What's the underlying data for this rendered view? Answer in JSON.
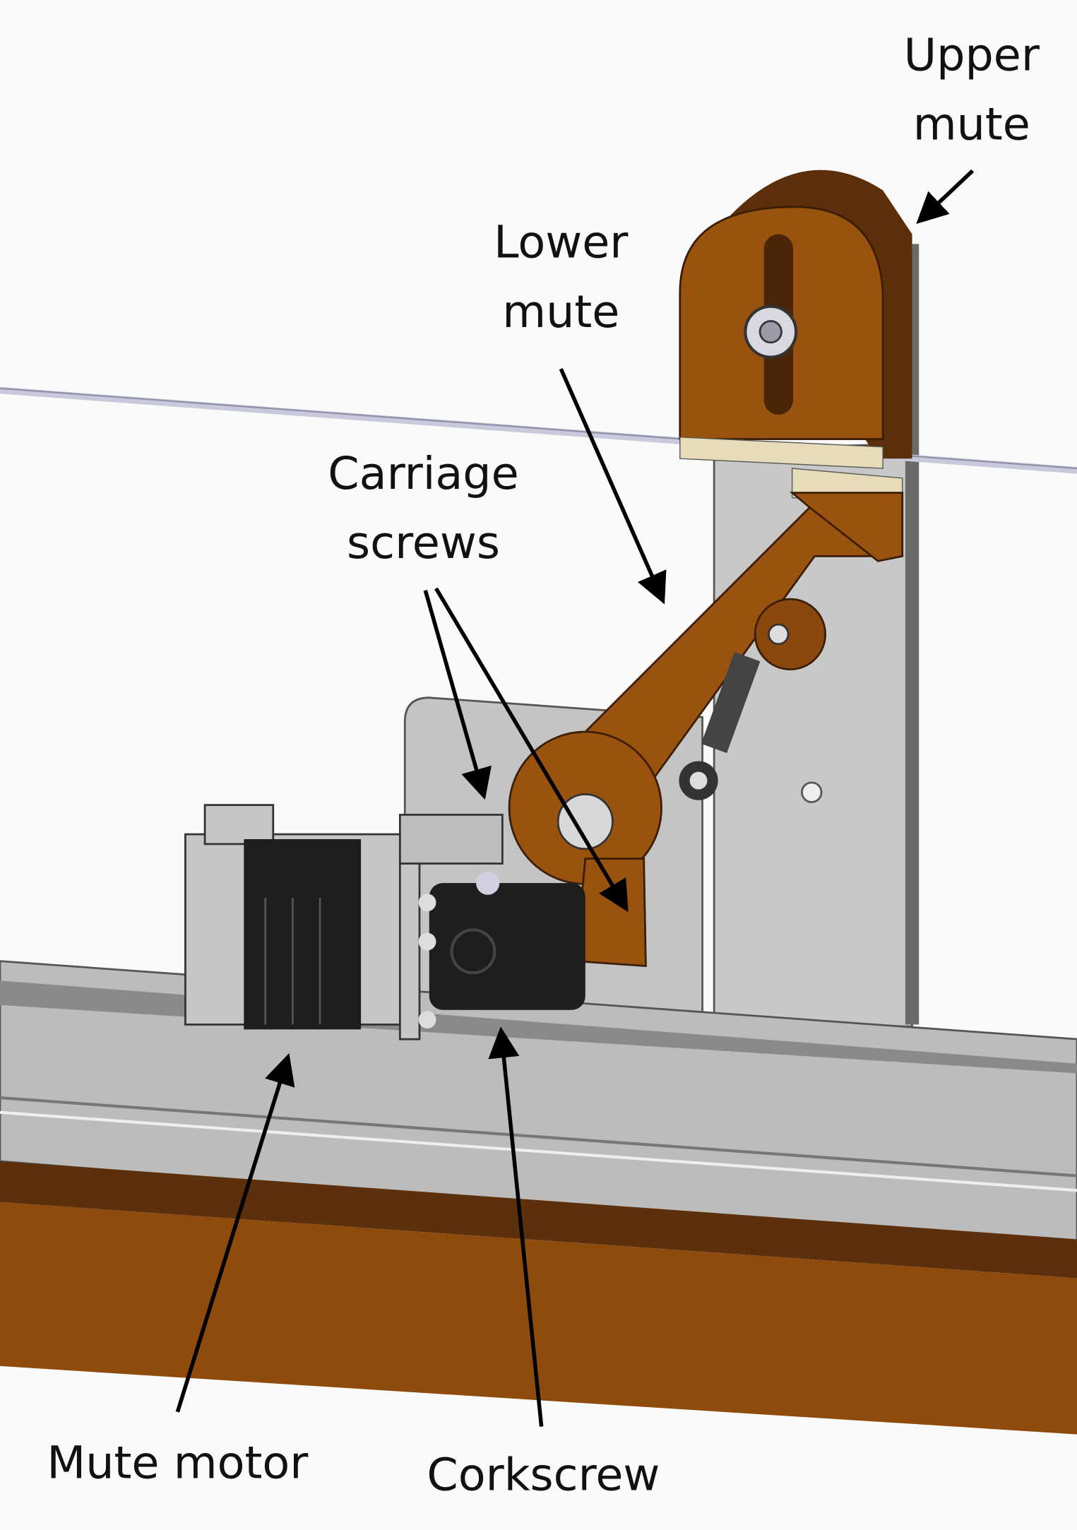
{
  "labels": {
    "upper_mute": [
      "Upper",
      "mute"
    ],
    "lower_mute": [
      "Lower",
      "mute"
    ],
    "carriage_screws": [
      "Carriage",
      "screws"
    ],
    "mute_motor": "Mute motor",
    "corkscrew": "Corkscrew"
  },
  "colors": {
    "wood": "#8f4b0c",
    "wood_dark": "#5c300c",
    "mute_brown": "#9a520f",
    "metal": "#c6c6c6",
    "rail": "#b9b9b9",
    "motor_black": "#1e1e1e",
    "felt": "#e6dcb8",
    "string": "#c9c9dc"
  }
}
